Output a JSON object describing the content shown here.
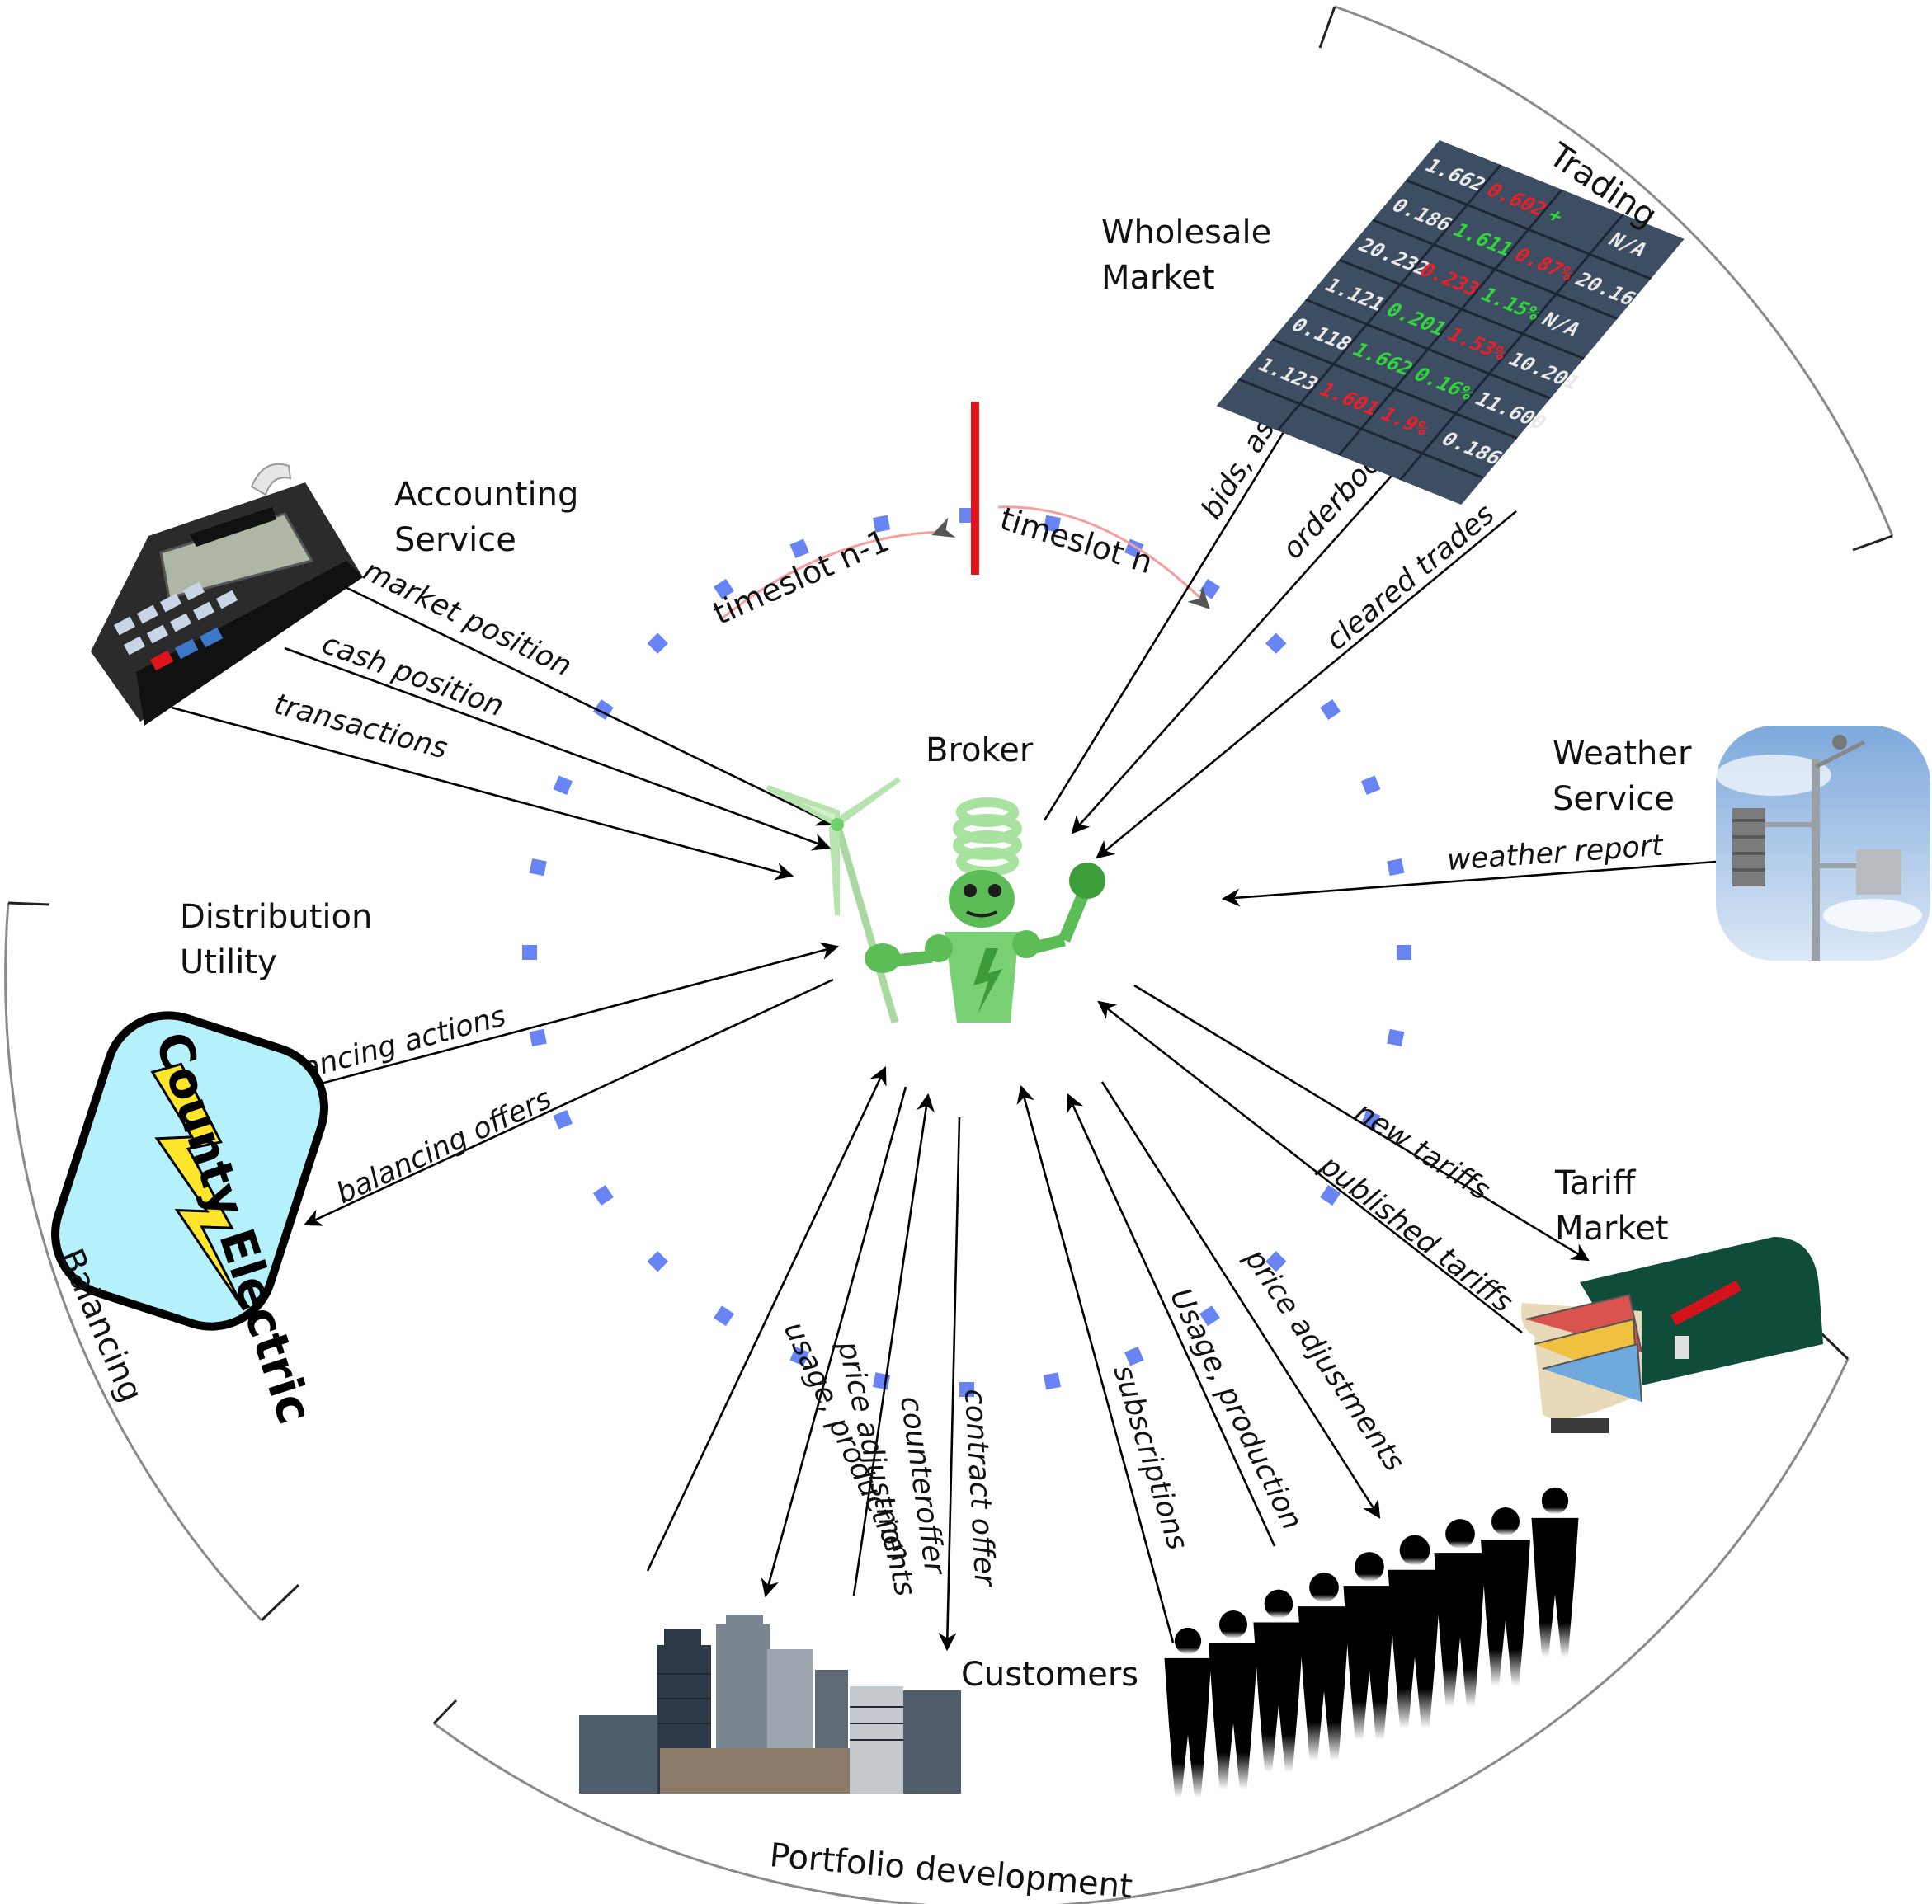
{
  "entities": {
    "broker": "Broker",
    "accounting": [
      "Accounting",
      "Service"
    ],
    "wholesale": [
      "Wholesale",
      "Market"
    ],
    "weather": [
      "Weather",
      "Service"
    ],
    "distribution": [
      "Distribution",
      "Utility"
    ],
    "tariff": [
      "Tariff",
      "Market"
    ],
    "customers": "Customers"
  },
  "sections": {
    "trading": "Trading",
    "balancing": "Balancing",
    "portfolio": "Portfolio development"
  },
  "timeslots": {
    "prev": "timeslot n-1",
    "current": "timeslot n"
  },
  "flows": {
    "market_position": "market position",
    "cash_position": "cash position",
    "transactions": "transactions",
    "bids_asks": "bids, asks",
    "orderbook": "orderbook",
    "cleared_trades": "cleared trades",
    "weather_report": "weather report",
    "balancing_actions": "balancing actions",
    "balancing_offers": "balancing offers",
    "new_tariffs": "new tariffs",
    "published_tariffs": "published tariffs",
    "usage_production_1": "usage, production",
    "price_adjustments_1": "price adjustments",
    "counteroffer": "counteroffer",
    "contract_offer": "contract offer",
    "subscriptions": "subscriptions",
    "usage_production_2": "Usage, production",
    "price_adjustments_2": "price adjustments"
  },
  "logos": {
    "county_electric": "County Electric"
  },
  "colors": {
    "dots": "#4d6ef0",
    "timeslot_marker": "#e0121b",
    "section_arc": "#8a8a8a",
    "logo_fill": "#b5f1fb",
    "robot": "#6fcf6a"
  }
}
